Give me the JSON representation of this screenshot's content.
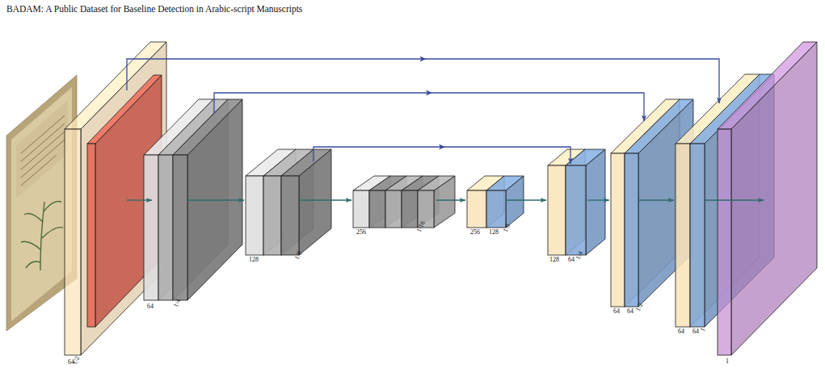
{
  "diagram": {
    "title": "BADAM: A Public Dataset for Baseline Detection in Arabic-script Manuscripts",
    "nodes": [
      {
        "text": [
          "64",
          "1/2"
        ]
      },
      {
        "text": [
          "64",
          "1/4"
        ]
      },
      {
        "text": [
          "128",
          "1/8"
        ]
      },
      {
        "text": [
          "256",
          "1/16"
        ]
      },
      {
        "text": [
          "256",
          "128",
          "1/8"
        ]
      },
      {
        "text": [
          "128",
          "64",
          "1/4"
        ]
      },
      {
        "text": [
          "64",
          "64",
          "1/2"
        ]
      },
      {
        "text": [
          "64",
          "64",
          "1"
        ]
      },
      {
        "text": [
          "1"
        ]
      }
    ],
    "edges": [
      {
        "from": 0,
        "to": 1,
        "arrow": "to"
      },
      {
        "from": 1,
        "to": 2,
        "arrow": "to"
      },
      {
        "from": 2,
        "to": 3,
        "arrow": "to"
      },
      {
        "from": 3,
        "to": 4,
        "arrow": "to"
      },
      {
        "from": 4,
        "to": 5,
        "arrow": "to"
      },
      {
        "from": 5,
        "to": 6,
        "arrow": "to"
      },
      {
        "from": 6,
        "to": 7,
        "arrow": "to"
      },
      {
        "from": 7,
        "to": 8,
        "arrow": "to"
      },
      {
        "from": 0,
        "to": 7,
        "arrow": "to"
      },
      {
        "from": 1,
        "to": 6,
        "arrow": "to"
      },
      {
        "from": 2,
        "to": 5,
        "arrow": "to"
      }
    ]
  }
}
